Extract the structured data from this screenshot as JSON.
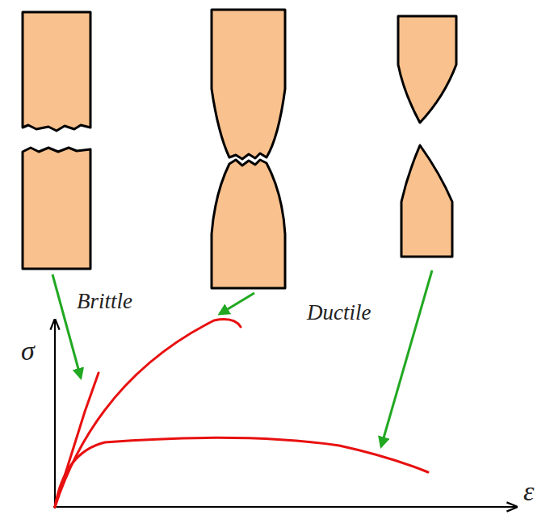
{
  "diagram": {
    "labels": [
      "Brittle",
      "Ductile",
      "σ",
      "ε"
    ]
  }
}
